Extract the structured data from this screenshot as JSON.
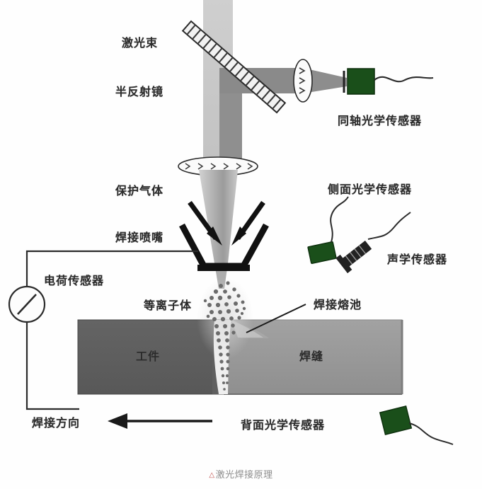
{
  "figure": {
    "caption_marker": "△",
    "caption": "激光焊接原理",
    "title": "激光焊接原理"
  },
  "colors": {
    "beam_light": "#c8c8c8",
    "beam_mid": "#a9a9a9",
    "beam_dark": "#8a8a8a",
    "workpiece_dark": "#5e5e5e",
    "weld_block": "#9a9a9a",
    "sensor_green": "#1a4f1a",
    "outline": "#1a1a1a",
    "caption_gray": "#8d8d8d",
    "marker_red": "#c0504d"
  },
  "labels": {
    "laser_beam": "激光束",
    "half_mirror": "半反射镜",
    "coaxial_optical_sensor": "同轴光学传感器",
    "shielding_gas": "保护气体",
    "welding_nozzle": "焊接喷嘴",
    "side_optical_sensor": "侧面光学传感器",
    "acoustic_sensor": "声学传感器",
    "charge_sensor": "电荷传感器",
    "plasma": "等离子体",
    "weld_pool": "焊接熔池",
    "workpiece": "工件",
    "weld_seam": "焊缝",
    "welding_direction": "焊接方向",
    "back_optical_sensor": "背面光学传感器"
  },
  "components": {
    "laser_beam_vertical": "vertical-laser-beam",
    "half_mirror_plate": "half-reflective-mirror-plate",
    "branch_beam": "horizontal-branch-beam",
    "focus_lens_upper": "coaxial-focus-lens",
    "focus_lens_lower": "main-focus-lens",
    "coaxial_sensor_block": "coaxial-optical-sensor-block",
    "nozzle": "welding-nozzle-v-shape",
    "gas_arrows": "shielding-gas-arrows",
    "plasma_plume": "plasma-dot-plume",
    "keyhole": "keyhole-weld-penetration",
    "workpiece_block": "workpiece-left-block",
    "weld_block": "weld-seam-right-block",
    "meter": "charge-sensor-meter",
    "circuit": "charge-sensor-circuit-wire",
    "direction_arrow": "welding-direction-arrow",
    "side_sensor_block": "side-optical-sensor-block",
    "acoustic_probe": "acoustic-sensor-probe",
    "back_sensor_block": "back-optical-sensor-block"
  }
}
